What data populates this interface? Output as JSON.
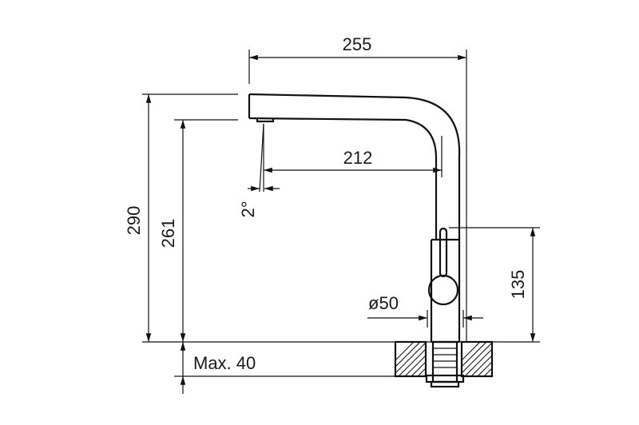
{
  "dimensions": {
    "top_width": "255",
    "reach": "212",
    "total_height": "290",
    "spout_height": "261",
    "lever_height": "135",
    "base_diameter": "ø50",
    "max_thickness": "Max. 40",
    "angle": "2°"
  }
}
